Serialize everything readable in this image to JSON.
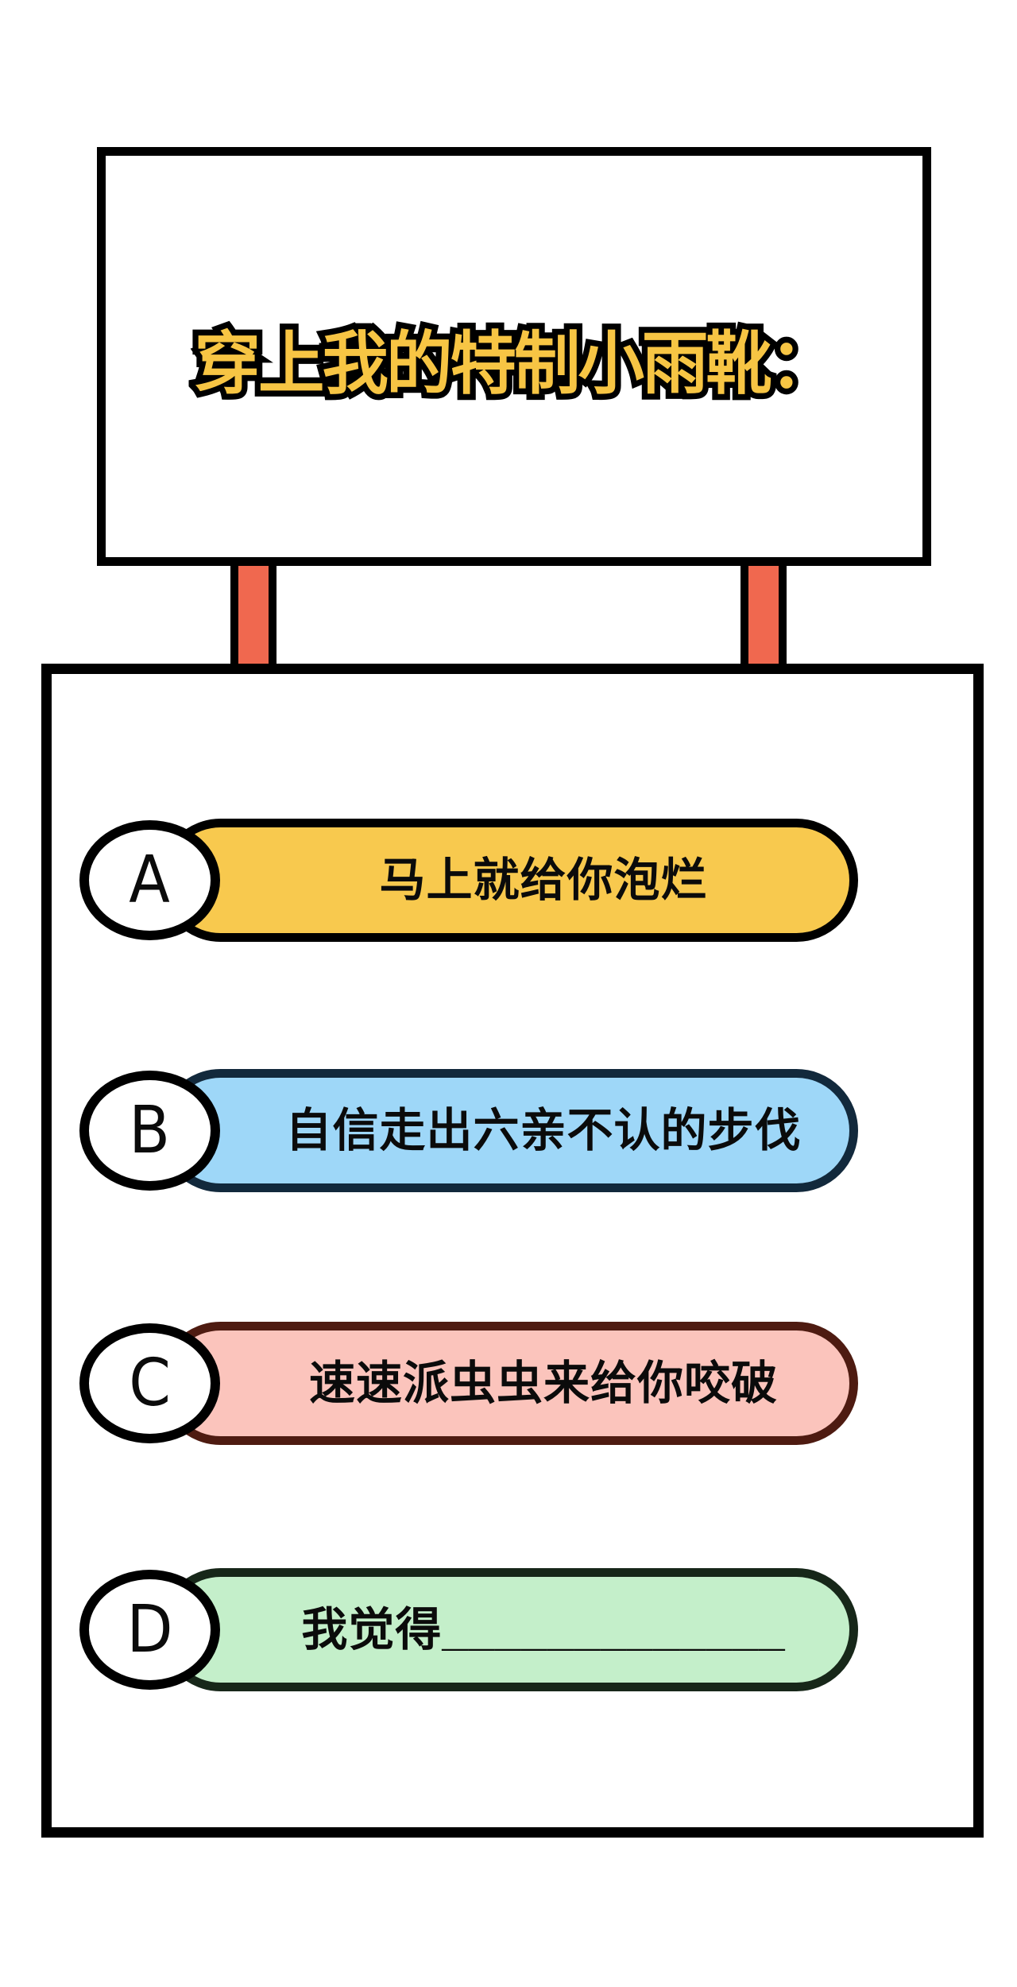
{
  "sign": {
    "title": "穿上我的特制小雨靴："
  },
  "options": [
    {
      "letter": "A",
      "label": "马上就给你泡烂",
      "fill": "#F8C94E",
      "border": "#000000"
    },
    {
      "letter": "B",
      "label": "自信走出六亲不认的步伐",
      "fill": "#9ED7F8",
      "border": "#12293C"
    },
    {
      "letter": "C",
      "label": "速速派虫虫来给你咬破",
      "fill": "#FBC4BC",
      "border": "#4E1B11"
    },
    {
      "letter": "D",
      "label": "我觉得_____________",
      "fill": "#C4EFCA",
      "border": "#172719"
    }
  ],
  "colors": {
    "background": "#FFFFFF",
    "outline": "#000000",
    "title_text": "#F7C544",
    "post": "#F0684F"
  }
}
